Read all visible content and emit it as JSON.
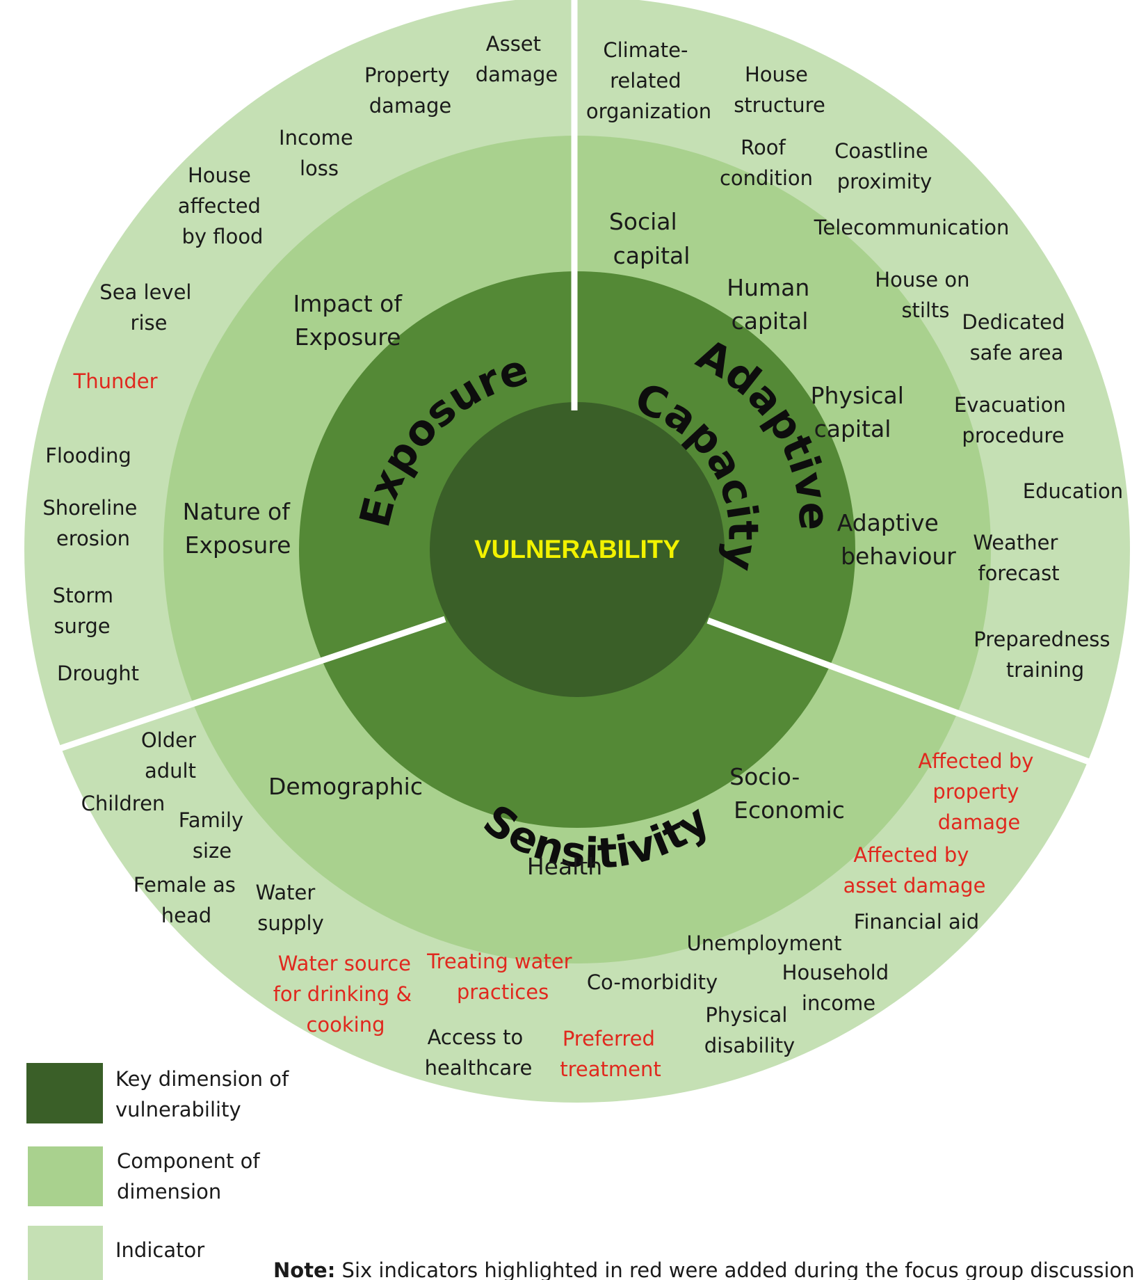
{
  "colors": {
    "key_dimension": "#3a5f28",
    "dimension_ring": "#548936",
    "component_ring": "#a9d18e",
    "indicator_ring": "#c5e0b4",
    "divider": "#ffffff",
    "core_text": "#f2f200",
    "added_indicator": "#e0281e"
  },
  "center": {
    "label": "VULNERABILITY"
  },
  "dimensions": {
    "exposure": "Exposure",
    "adaptive_line1": "Adaptive",
    "adaptive_line2": "Capacity",
    "sensitivity": "Sensitivity"
  },
  "components": {
    "impact_of_exposure": [
      "Impact of",
      "Exposure"
    ],
    "nature_of_exposure": [
      "Nature of",
      "Exposure"
    ],
    "social_capital": [
      "Social",
      "capital"
    ],
    "human_capital": [
      "Human",
      "capital"
    ],
    "physical_capital": [
      "Physical",
      "capital"
    ],
    "adaptive_behaviour": [
      "Adaptive",
      "behaviour"
    ],
    "demographic": [
      "Demographic"
    ],
    "health": [
      "Health"
    ],
    "socio_economic": [
      "Socio-",
      "Economic"
    ]
  },
  "indicators": {
    "exposure": {
      "asset_damage": [
        "Asset",
        "damage"
      ],
      "property_damage": [
        "Property",
        "damage"
      ],
      "income_loss": [
        "Income",
        "loss"
      ],
      "house_affected_by_flood": [
        "House",
        "affected",
        "by flood"
      ],
      "sea_level_rise": [
        "Sea level",
        "rise"
      ],
      "thunder": [
        "Thunder"
      ],
      "flooding": [
        "Flooding"
      ],
      "shoreline_erosion": [
        "Shoreline",
        "erosion"
      ],
      "storm_surge": [
        "Storm",
        "surge"
      ],
      "drought": [
        "Drought"
      ]
    },
    "adaptive_capacity": {
      "climate_related_organization": [
        "Climate-",
        "related",
        "organization"
      ],
      "house_structure": [
        "House",
        "structure"
      ],
      "roof_condition": [
        "Roof",
        "condition"
      ],
      "coastline_proximity": [
        "Coastline",
        "proximity"
      ],
      "telecommunication": [
        "Telecommunication"
      ],
      "house_on_stilts": [
        "House on",
        "stilts"
      ],
      "dedicated_safe_area": [
        "Dedicated",
        "safe area"
      ],
      "evacuation_procedure": [
        "Evacuation",
        "procedure"
      ],
      "education": [
        "Education"
      ],
      "weather_forecast": [
        "Weather",
        "forecast"
      ],
      "preparedness_training": [
        "Preparedness",
        "training"
      ]
    },
    "sensitivity": {
      "older_adult": [
        "Older",
        "adult"
      ],
      "children": [
        "Children"
      ],
      "family_size": [
        "Family",
        "size"
      ],
      "female_as_head": [
        "Female as",
        "head"
      ],
      "water_supply": [
        "Water",
        "supply"
      ],
      "water_source": [
        "Water source",
        "for drinking &",
        "cooking"
      ],
      "treating_water_practices": [
        "Treating water",
        "practices"
      ],
      "access_to_healthcare": [
        "Access to",
        "healthcare"
      ],
      "preferred_treatment": [
        "Preferred",
        "treatment"
      ],
      "co_morbidity": [
        "Co-morbidity"
      ],
      "physical_disability": [
        "Physical",
        "disability"
      ],
      "household_income": [
        "Household",
        "income"
      ],
      "unemployment": [
        "Unemployment"
      ],
      "financial_aid": [
        "Financial aid"
      ],
      "affected_by_asset_damage": [
        "Affected by",
        "asset damage"
      ],
      "affected_by_property_damage": [
        "Affected by",
        "property",
        "damage"
      ]
    }
  },
  "legend": {
    "key_dimension": [
      "Key dimension of",
      "vulnerability"
    ],
    "component": [
      "Component of",
      "dimension"
    ],
    "indicator": [
      "Indicator"
    ]
  },
  "note": {
    "label": "Note:",
    "text": " Six indicators highlighted in red were added during the focus group discussion"
  }
}
